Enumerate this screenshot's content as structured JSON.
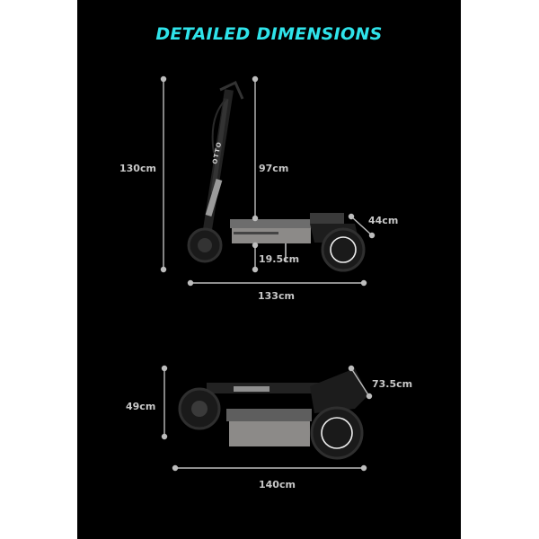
{
  "title": "DETAILED DIMENSIONS",
  "unfolded": {
    "total_height": "130cm",
    "handlebar_to_deck": "97cm",
    "ground_clearance": "19.5cm",
    "length": "133cm",
    "rear_width": "44cm",
    "brand_text": "OTTO"
  },
  "folded": {
    "height": "49cm",
    "diagonal": "73.5cm",
    "length": "140cm"
  },
  "colors": {
    "accent": "#2fe3ea",
    "line": "#bdbdbd",
    "background": "#000000"
  }
}
